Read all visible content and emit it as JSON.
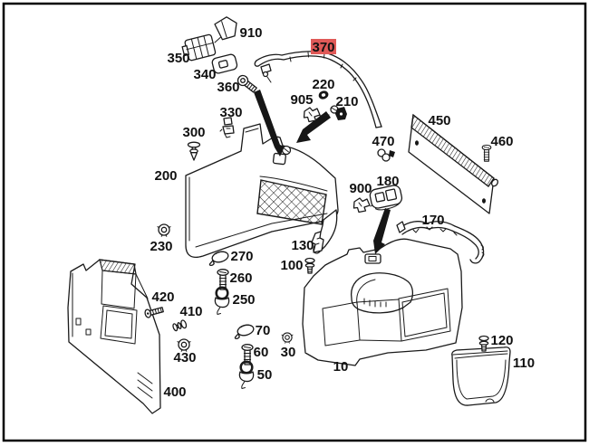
{
  "diagram": {
    "kind": "exploded-parts-diagram",
    "background": "#ffffff",
    "border_color": "#000000",
    "line_color": "#1a1a1a",
    "label_color": "#111111",
    "highlighted_part_id": "370",
    "highlight_bg": "#e05a58",
    "highlight_text_color": "#700000",
    "labels": [
      {
        "id": "910",
        "text": "910"
      },
      {
        "id": "350",
        "text": "350"
      },
      {
        "id": "340",
        "text": "340"
      },
      {
        "id": "360",
        "text": "360"
      },
      {
        "id": "330",
        "text": "330"
      },
      {
        "id": "300",
        "text": "300"
      },
      {
        "id": "200",
        "text": "200"
      },
      {
        "id": "230",
        "text": "230"
      },
      {
        "id": "270",
        "text": "270"
      },
      {
        "id": "260",
        "text": "260"
      },
      {
        "id": "250",
        "text": "250"
      },
      {
        "id": "420",
        "text": "420"
      },
      {
        "id": "410",
        "text": "410"
      },
      {
        "id": "430",
        "text": "430"
      },
      {
        "id": "400",
        "text": "400"
      },
      {
        "id": "905",
        "text": "905"
      },
      {
        "id": "220",
        "text": "220"
      },
      {
        "id": "210",
        "text": "210"
      },
      {
        "id": "370",
        "text": "370",
        "highlighted": true
      },
      {
        "id": "470",
        "text": "470"
      },
      {
        "id": "900",
        "text": "900"
      },
      {
        "id": "180",
        "text": "180"
      },
      {
        "id": "170",
        "text": "170"
      },
      {
        "id": "450",
        "text": "450"
      },
      {
        "id": "460",
        "text": "460"
      },
      {
        "id": "130",
        "text": "130"
      },
      {
        "id": "100",
        "text": "100"
      },
      {
        "id": "70",
        "text": "70"
      },
      {
        "id": "60",
        "text": "60"
      },
      {
        "id": "50",
        "text": "50"
      },
      {
        "id": "30",
        "text": "30"
      },
      {
        "id": "10",
        "text": "10"
      },
      {
        "id": "120",
        "text": "120"
      },
      {
        "id": "110",
        "text": "110"
      }
    ]
  }
}
